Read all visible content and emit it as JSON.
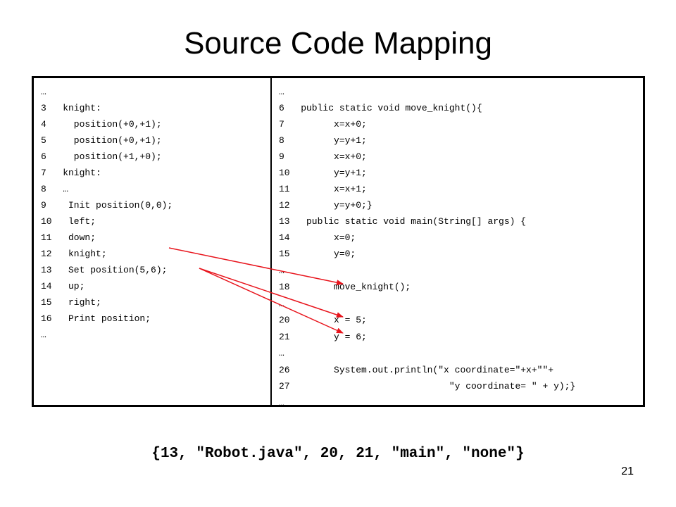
{
  "title": "Source Code Mapping",
  "left_code": [
    "…",
    "3   knight:",
    "4     position(+0,+1);",
    "5     position(+0,+1);",
    "6     position(+1,+0);",
    "7   knight:",
    "8   …",
    "9    Init position(0,0);",
    "10   left;",
    "11   down;",
    "12   knight;",
    "13   Set position(5,6);",
    "14   up;",
    "15   right;",
    "16   Print position;",
    "…"
  ],
  "right_code": [
    "…",
    "6   public static void move_knight(){",
    "7         x=x+0;",
    "8         y=y+1;",
    "9         x=x+0;",
    "10        y=y+1;",
    "11        x=x+1;",
    "12        y=y+0;}",
    "13   public static void main(String[] args) {",
    "14        x=0;",
    "15        y=0;",
    "…",
    "18        move_knight();",
    "…",
    "20        x = 5;",
    "21        y = 6;",
    "…",
    "26        System.out.println(\"x coordinate=\"+x+\"\"+",
    "27                             \"y coordinate= \" + y);}",
    "…"
  ],
  "mapping_tuple": "{13, \"Robot.java\", 20, 21, \"main\", \"none\"}",
  "page_number": "21",
  "arrow_color": "#e8141c"
}
